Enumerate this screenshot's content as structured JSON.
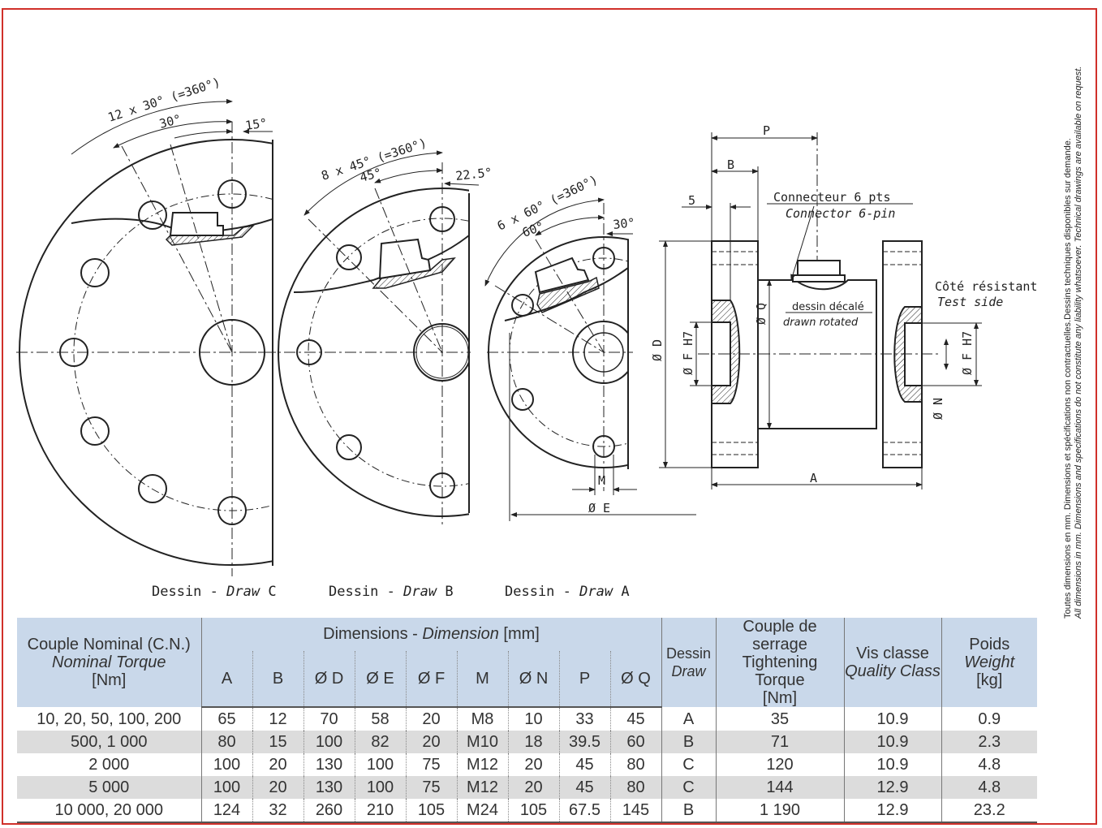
{
  "drawing": {
    "draw_c": {
      "angle_total": "12 x 30°  (=360°)",
      "angle_step": "30°",
      "offset": "15°"
    },
    "draw_b": {
      "angle_total": "8 x 45° (=360°)",
      "angle_step": "45°",
      "offset": "22.5°"
    },
    "draw_a": {
      "angle_total": "6 x 60° (=360°)",
      "angle_step": "60°",
      "offset": "30°"
    },
    "labels": {
      "M": "M",
      "E": "Ø E",
      "P": "P",
      "B": "B",
      "five": "5",
      "A": "A",
      "D": "Ø D",
      "F_left": "Ø F H7",
      "F_right": "Ø F H7",
      "Q": "Ø Q",
      "N": "Ø N",
      "connector_fr": "Connecteur 6 pts",
      "connector_en": "Connector 6-pin",
      "rotated_fr": "dessin décalé",
      "rotated_en": "drawn rotated",
      "test_fr": "Côté résistant",
      "test_en": "Test side"
    }
  },
  "captions": [
    {
      "prefix": "Dessin - ",
      "italic": "Draw",
      "letter": " C"
    },
    {
      "prefix": "Dessin - ",
      "italic": "Draw",
      "letter": " B"
    },
    {
      "prefix": "Dessin - ",
      "italic": "Draw",
      "letter": " A"
    }
  ],
  "side_note": {
    "fr": "Toutes dimensions en mm. Dimensions et spécifications non contractuelles.Dessins techniques disponibles sur demande.",
    "en": "All dimensions in mm. Dimensions and specifications do not constitute any liability whatsoever. Technical drawings are available on request."
  },
  "table": {
    "header": {
      "torque_fr": "Couple Nominal (C.N.)",
      "torque_en": "Nominal Torque",
      "torque_unit": "[Nm]",
      "dim_fr": "Dimensions - ",
      "dim_en": "Dimension",
      "dim_unit": " [mm]",
      "dim_cols": [
        "A",
        "B",
        "Ø D",
        "Ø E",
        "Ø F",
        "M",
        "Ø N",
        "P",
        "Ø Q"
      ],
      "draw_fr": "Dessin",
      "draw_en": "Draw",
      "tight_fr": "Couple de serrage",
      "tight_en": "Tightening Torque",
      "tight_unit": "[Nm]",
      "class_fr": "Vis classe",
      "class_en": "Quality Class",
      "weight_fr": "Poids",
      "weight_en": "Weight",
      "weight_unit": "[kg]"
    },
    "rows": [
      {
        "torque": "10, 20, 50, 100, 200",
        "dims": [
          "65",
          "12",
          "70",
          "58",
          "20",
          "M8",
          "10",
          "33",
          "45"
        ],
        "draw": "A",
        "tightening": "35",
        "class": "10.9",
        "weight": "0.9"
      },
      {
        "torque": "500, 1 000",
        "dims": [
          "80",
          "15",
          "100",
          "82",
          "20",
          "M10",
          "18",
          "39.5",
          "60"
        ],
        "draw": "B",
        "tightening": "71",
        "class": "10.9",
        "weight": "2.3"
      },
      {
        "torque": "2 000",
        "dims": [
          "100",
          "20",
          "130",
          "100",
          "75",
          "M12",
          "20",
          "45",
          "80"
        ],
        "draw": "C",
        "tightening": "120",
        "class": "10.9",
        "weight": "4.8"
      },
      {
        "torque": "5 000",
        "dims": [
          "100",
          "20",
          "130",
          "100",
          "75",
          "M12",
          "20",
          "45",
          "80"
        ],
        "draw": "C",
        "tightening": "144",
        "class": "12.9",
        "weight": "4.8"
      },
      {
        "torque": "10 000, 20 000",
        "dims": [
          "124",
          "32",
          "260",
          "210",
          "105",
          "M24",
          "105",
          "67.5",
          "145"
        ],
        "draw": "B",
        "tightening": "1 190",
        "class": "12.9",
        "weight": "23.2"
      }
    ]
  }
}
